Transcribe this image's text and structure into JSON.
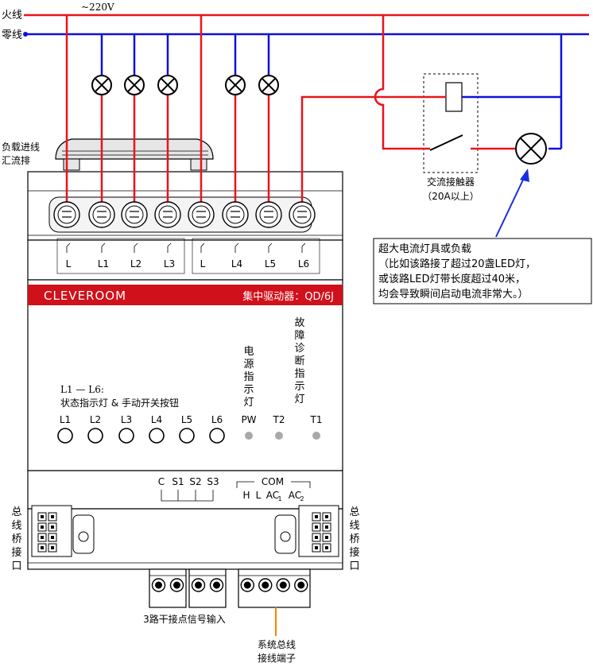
{
  "power": {
    "live_label": "火线",
    "neutral_label": "零线",
    "voltage_label": "~220V"
  },
  "busbar_label": [
    "负载进线",
    "汇流排"
  ],
  "terminals_top": [
    "L",
    "L1",
    "L2",
    "L3",
    "L",
    "L4",
    "L5",
    "L6"
  ],
  "brand": "CLEVEROOM",
  "model": "集中驱动器：QD/6J",
  "vertical_labels": {
    "power_indicator": [
      "电",
      "源",
      "指",
      "示",
      "灯"
    ],
    "fault_indicator": [
      "故",
      "障",
      "诊",
      "断",
      "指",
      "示",
      "灯"
    ]
  },
  "status_note": [
    "L1 — L6:",
    "状态指示灯 & 手动开关按钮"
  ],
  "buttons": [
    "L1",
    "L2",
    "L3",
    "L4",
    "L5",
    "L6"
  ],
  "indicators": [
    "PW",
    "T2",
    "T1"
  ],
  "bottom_terminals": {
    "inputs": [
      "C",
      "S1",
      "S2",
      "S3"
    ],
    "com_label": "COM",
    "com_pins": [
      "H",
      "L",
      "AC",
      "AC"
    ],
    "com_subscripts": [
      "1",
      "2"
    ]
  },
  "bus_bridge_label": [
    "总",
    "线",
    "桥",
    "接",
    "口"
  ],
  "contactor_label": [
    "交流接触器",
    "（20A以上）"
  ],
  "callout_lines": [
    "超大电流灯具或负载",
    "（比如该路接了超过20盏LED灯，",
    "或该路LED灯带长度超过40米，",
    "均会导致瞬间启动电流非常大。）"
  ],
  "input_caption": "3路干接点信号输入",
  "bus_terminal_caption": [
    "系统总线",
    "接线端子"
  ],
  "colors": {
    "live": "#e8141c",
    "neutral": "#1010d8",
    "callout_arrow": "#1a2ee0",
    "brand_band": "#d0111b",
    "orange_lead": "#ff8000",
    "indicator_dot": "#a8a8a8"
  }
}
